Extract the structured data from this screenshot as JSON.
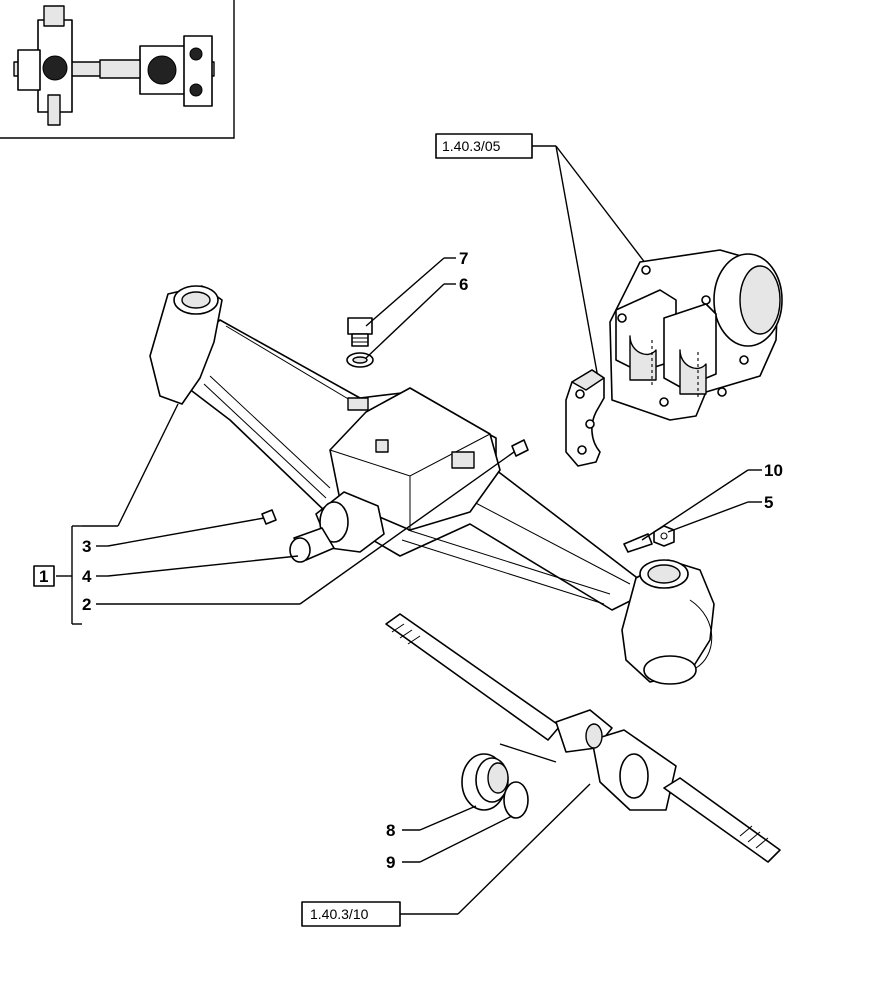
{
  "callouts": {
    "c1": "1",
    "c2": "2",
    "c3": "3",
    "c4": "4",
    "c5": "5",
    "c6": "6",
    "c7": "7",
    "c8": "8",
    "c9": "9",
    "c10": "10"
  },
  "references": {
    "ref_top": "1.40.3/05",
    "ref_bottom": "1.40.3/10"
  }
}
